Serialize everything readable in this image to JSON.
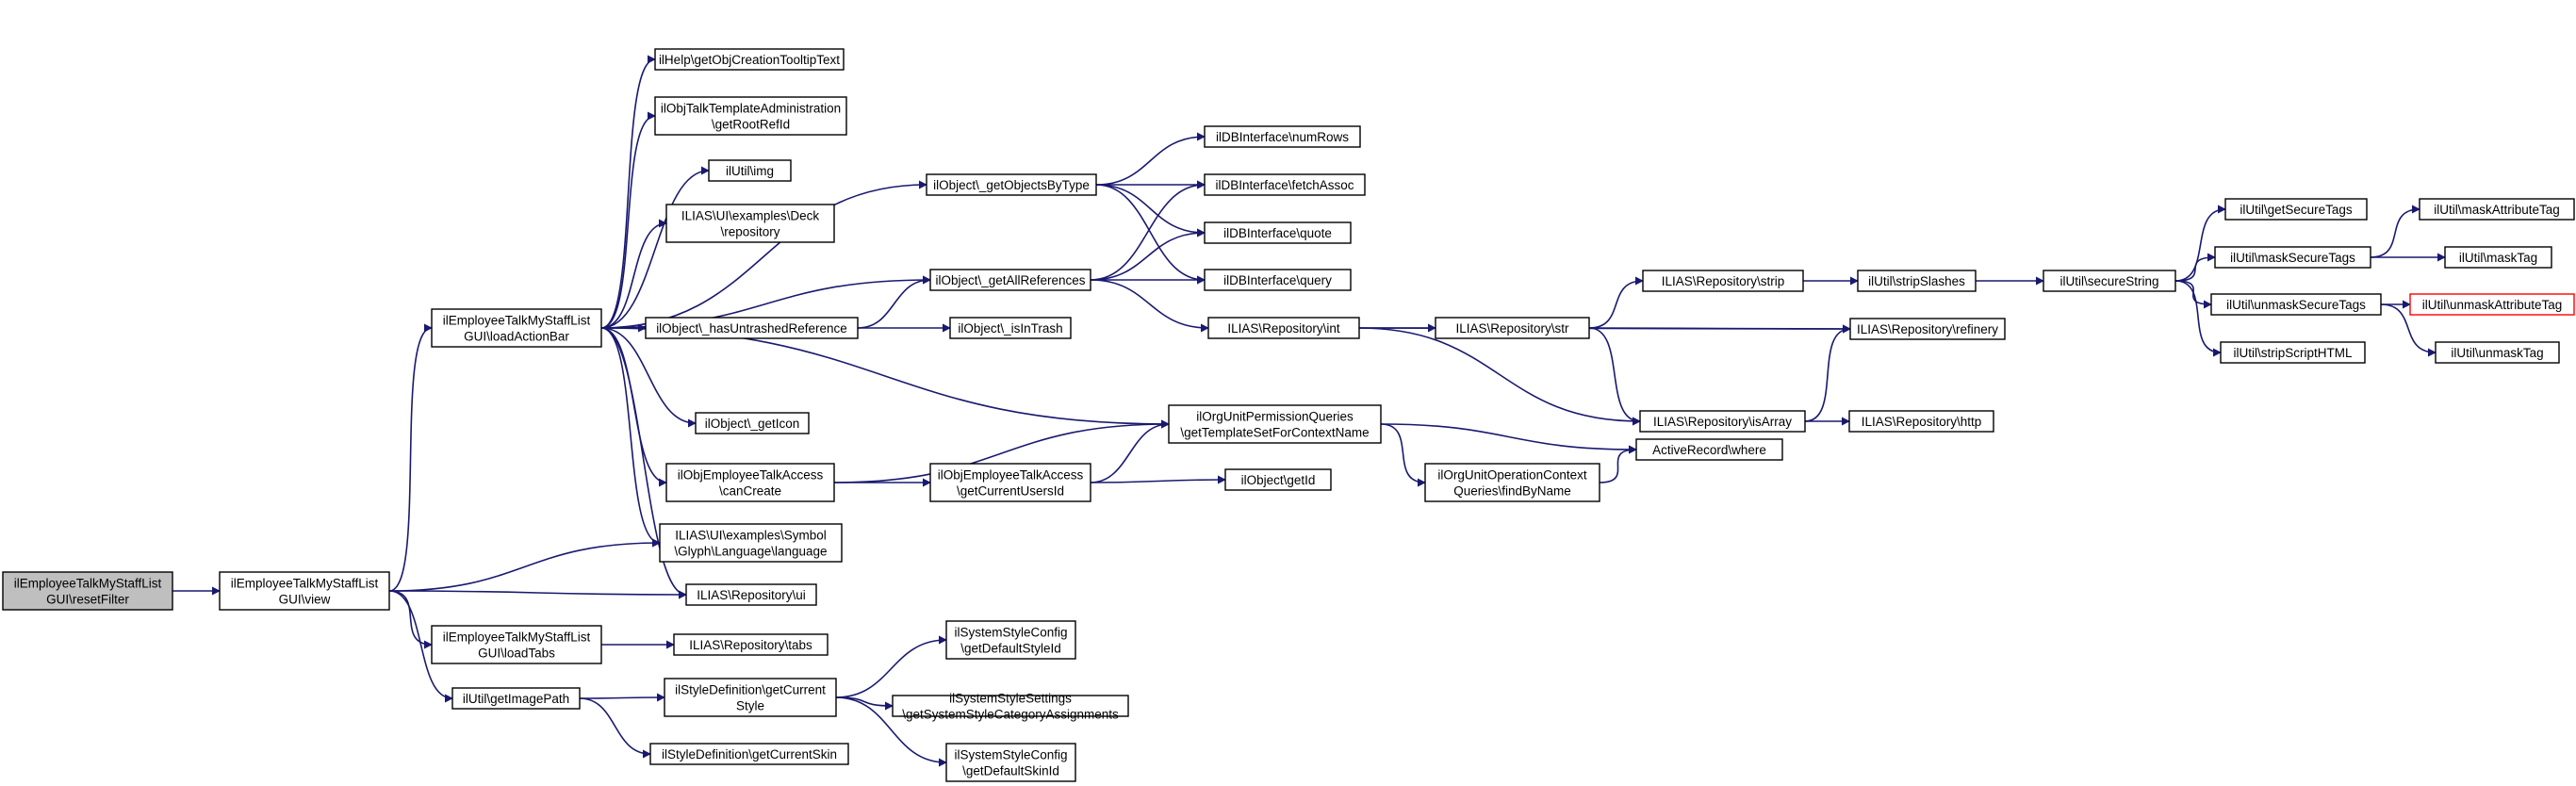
{
  "diagram": {
    "nodes": [
      {
        "id": "resetFilter",
        "lines": [
          "ilEmployeeTalkMyStaffList",
          "GUI\\resetFilter"
        ],
        "kind": "root"
      },
      {
        "id": "view",
        "lines": [
          "ilEmployeeTalkMyStaffList",
          "GUI\\view"
        ]
      },
      {
        "id": "loadActionBar",
        "lines": [
          "ilEmployeeTalkMyStaffList",
          "GUI\\loadActionBar"
        ]
      },
      {
        "id": "loadTabs",
        "lines": [
          "ilEmployeeTalkMyStaffList",
          "GUI\\loadTabs"
        ]
      },
      {
        "id": "getImagePath",
        "lines": [
          "ilUtil\\getImagePath"
        ]
      },
      {
        "id": "getObjCreationTooltipText",
        "lines": [
          "ilHelp\\getObjCreationTooltipText"
        ]
      },
      {
        "id": "getRootRefId",
        "lines": [
          "ilObjTalkTemplateAdministration",
          "\\getRootRefId"
        ]
      },
      {
        "id": "img",
        "lines": [
          "ilUtil\\img"
        ]
      },
      {
        "id": "deckRepository",
        "lines": [
          "ILIAS\\UI\\examples\\Deck",
          "\\repository"
        ]
      },
      {
        "id": "hasUntrashedReference",
        "lines": [
          "ilObject\\_hasUntrashedReference"
        ]
      },
      {
        "id": "getIcon",
        "lines": [
          "ilObject\\_getIcon"
        ]
      },
      {
        "id": "canCreate",
        "lines": [
          "ilObjEmployeeTalkAccess",
          "\\canCreate"
        ]
      },
      {
        "id": "glyphLanguage",
        "lines": [
          "ILIAS\\UI\\examples\\Symbol",
          "\\Glyph\\Language\\language"
        ]
      },
      {
        "id": "repoUi",
        "lines": [
          "ILIAS\\Repository\\ui"
        ]
      },
      {
        "id": "repoTabs",
        "lines": [
          "ILIAS\\Repository\\tabs"
        ]
      },
      {
        "id": "getCurrentStyle",
        "lines": [
          "ilStyleDefinition\\getCurrent",
          "Style"
        ]
      },
      {
        "id": "getCurrentSkin",
        "lines": [
          "ilStyleDefinition\\getCurrentSkin"
        ]
      },
      {
        "id": "getObjectsByType",
        "lines": [
          "ilObject\\_getObjectsByType"
        ]
      },
      {
        "id": "getAllReferences",
        "lines": [
          "ilObject\\_getAllReferences"
        ]
      },
      {
        "id": "isInTrash",
        "lines": [
          "ilObject\\_isInTrash"
        ]
      },
      {
        "id": "getCurrentUsersId",
        "lines": [
          "ilObjEmployeeTalkAccess",
          "\\getCurrentUsersId"
        ]
      },
      {
        "id": "getDefaultStyleId",
        "lines": [
          "ilSystemStyleConfig",
          "\\getDefaultStyleId"
        ]
      },
      {
        "id": "getSystemStyleCategoryAssignments",
        "lines": [
          "ilSystemStyleSettings",
          "\\getSystemStyleCategoryAssignments"
        ]
      },
      {
        "id": "getDefaultSkinId",
        "lines": [
          "ilSystemStyleConfig",
          "\\getDefaultSkinId"
        ]
      },
      {
        "id": "numRows",
        "lines": [
          "ilDBInterface\\numRows"
        ]
      },
      {
        "id": "fetchAssoc",
        "lines": [
          "ilDBInterface\\fetchAssoc"
        ]
      },
      {
        "id": "quote",
        "lines": [
          "ilDBInterface\\quote"
        ]
      },
      {
        "id": "query",
        "lines": [
          "ilDBInterface\\query"
        ]
      },
      {
        "id": "repoInt",
        "lines": [
          "ILIAS\\Repository\\int"
        ]
      },
      {
        "id": "getTemplateSetForContextName",
        "lines": [
          "ilOrgUnitPermissionQueries",
          "\\getTemplateSetForContextName"
        ]
      },
      {
        "id": "getId",
        "lines": [
          "ilObject\\getId"
        ]
      },
      {
        "id": "repoStr",
        "lines": [
          "ILIAS\\Repository\\str"
        ]
      },
      {
        "id": "findByName",
        "lines": [
          "ilOrgUnitOperationContext",
          "Queries\\findByName"
        ]
      },
      {
        "id": "repoStrip",
        "lines": [
          "ILIAS\\Repository\\strip"
        ]
      },
      {
        "id": "repoIsArray",
        "lines": [
          "ILIAS\\Repository\\isArray"
        ]
      },
      {
        "id": "activeRecordWhere",
        "lines": [
          "ActiveRecord\\where"
        ]
      },
      {
        "id": "stripSlashes",
        "lines": [
          "ilUtil\\stripSlashes"
        ]
      },
      {
        "id": "repoRefinery",
        "lines": [
          "ILIAS\\Repository\\refinery"
        ]
      },
      {
        "id": "repoHttp",
        "lines": [
          "ILIAS\\Repository\\http"
        ]
      },
      {
        "id": "secureString",
        "lines": [
          "ilUtil\\secureString"
        ]
      },
      {
        "id": "getSecureTags",
        "lines": [
          "ilUtil\\getSecureTags"
        ]
      },
      {
        "id": "maskSecureTags",
        "lines": [
          "ilUtil\\maskSecureTags"
        ]
      },
      {
        "id": "unmaskSecureTags",
        "lines": [
          "ilUtil\\unmaskSecureTags"
        ]
      },
      {
        "id": "stripScriptHTML",
        "lines": [
          "ilUtil\\stripScriptHTML"
        ]
      },
      {
        "id": "maskAttributeTag",
        "lines": [
          "ilUtil\\maskAttributeTag"
        ]
      },
      {
        "id": "maskTag",
        "lines": [
          "ilUtil\\maskTag"
        ]
      },
      {
        "id": "unmaskAttributeTag",
        "lines": [
          "ilUtil\\unmaskAttributeTag"
        ],
        "kind": "truncated"
      },
      {
        "id": "unmaskTag",
        "lines": [
          "ilUtil\\unmaskTag"
        ]
      }
    ],
    "edges": [
      [
        "resetFilter",
        "view"
      ],
      [
        "view",
        "loadActionBar"
      ],
      [
        "view",
        "glyphLanguage"
      ],
      [
        "view",
        "repoUi"
      ],
      [
        "view",
        "loadTabs"
      ],
      [
        "view",
        "getImagePath"
      ],
      [
        "loadActionBar",
        "getObjCreationTooltipText"
      ],
      [
        "loadActionBar",
        "getRootRefId"
      ],
      [
        "loadActionBar",
        "img"
      ],
      [
        "loadActionBar",
        "deckRepository"
      ],
      [
        "loadActionBar",
        "getObjectsByType"
      ],
      [
        "loadActionBar",
        "getAllReferences"
      ],
      [
        "loadActionBar",
        "hasUntrashedReference"
      ],
      [
        "loadActionBar",
        "getIcon"
      ],
      [
        "loadActionBar",
        "canCreate"
      ],
      [
        "loadActionBar",
        "glyphLanguage"
      ],
      [
        "loadActionBar",
        "repoUi"
      ],
      [
        "loadActionBar",
        "getTemplateSetForContextName"
      ],
      [
        "loadTabs",
        "repoTabs"
      ],
      [
        "getImagePath",
        "getCurrentStyle"
      ],
      [
        "getImagePath",
        "getCurrentSkin"
      ],
      [
        "getCurrentStyle",
        "getDefaultStyleId"
      ],
      [
        "getCurrentStyle",
        "getSystemStyleCategoryAssignments"
      ],
      [
        "getCurrentStyle",
        "getDefaultSkinId"
      ],
      [
        "hasUntrashedReference",
        "getAllReferences"
      ],
      [
        "hasUntrashedReference",
        "isInTrash"
      ],
      [
        "canCreate",
        "getTemplateSetForContextName"
      ],
      [
        "canCreate",
        "getCurrentUsersId"
      ],
      [
        "getCurrentUsersId",
        "getTemplateSetForContextName"
      ],
      [
        "getCurrentUsersId",
        "getId"
      ],
      [
        "getObjectsByType",
        "numRows"
      ],
      [
        "getObjectsByType",
        "fetchAssoc"
      ],
      [
        "getObjectsByType",
        "quote"
      ],
      [
        "getObjectsByType",
        "query"
      ],
      [
        "getAllReferences",
        "fetchAssoc"
      ],
      [
        "getAllReferences",
        "quote"
      ],
      [
        "getAllReferences",
        "query"
      ],
      [
        "getAllReferences",
        "repoInt"
      ],
      [
        "repoInt",
        "repoRefinery"
      ],
      [
        "repoInt",
        "repoStr"
      ],
      [
        "repoInt",
        "repoIsArray"
      ],
      [
        "repoStr",
        "repoStrip"
      ],
      [
        "repoStr",
        "repoRefinery"
      ],
      [
        "repoStr",
        "repoIsArray"
      ],
      [
        "repoStrip",
        "stripSlashes"
      ],
      [
        "repoIsArray",
        "repoRefinery"
      ],
      [
        "repoIsArray",
        "repoHttp"
      ],
      [
        "stripSlashes",
        "secureString"
      ],
      [
        "getTemplateSetForContextName",
        "activeRecordWhere"
      ],
      [
        "getTemplateSetForContextName",
        "findByName"
      ],
      [
        "findByName",
        "activeRecordWhere"
      ],
      [
        "secureString",
        "getSecureTags"
      ],
      [
        "secureString",
        "maskSecureTags"
      ],
      [
        "secureString",
        "unmaskSecureTags"
      ],
      [
        "secureString",
        "stripScriptHTML"
      ],
      [
        "maskSecureTags",
        "maskAttributeTag"
      ],
      [
        "maskSecureTags",
        "maskTag"
      ],
      [
        "unmaskSecureTags",
        "unmaskAttributeTag"
      ],
      [
        "unmaskSecureTags",
        "unmaskTag"
      ]
    ]
  }
}
